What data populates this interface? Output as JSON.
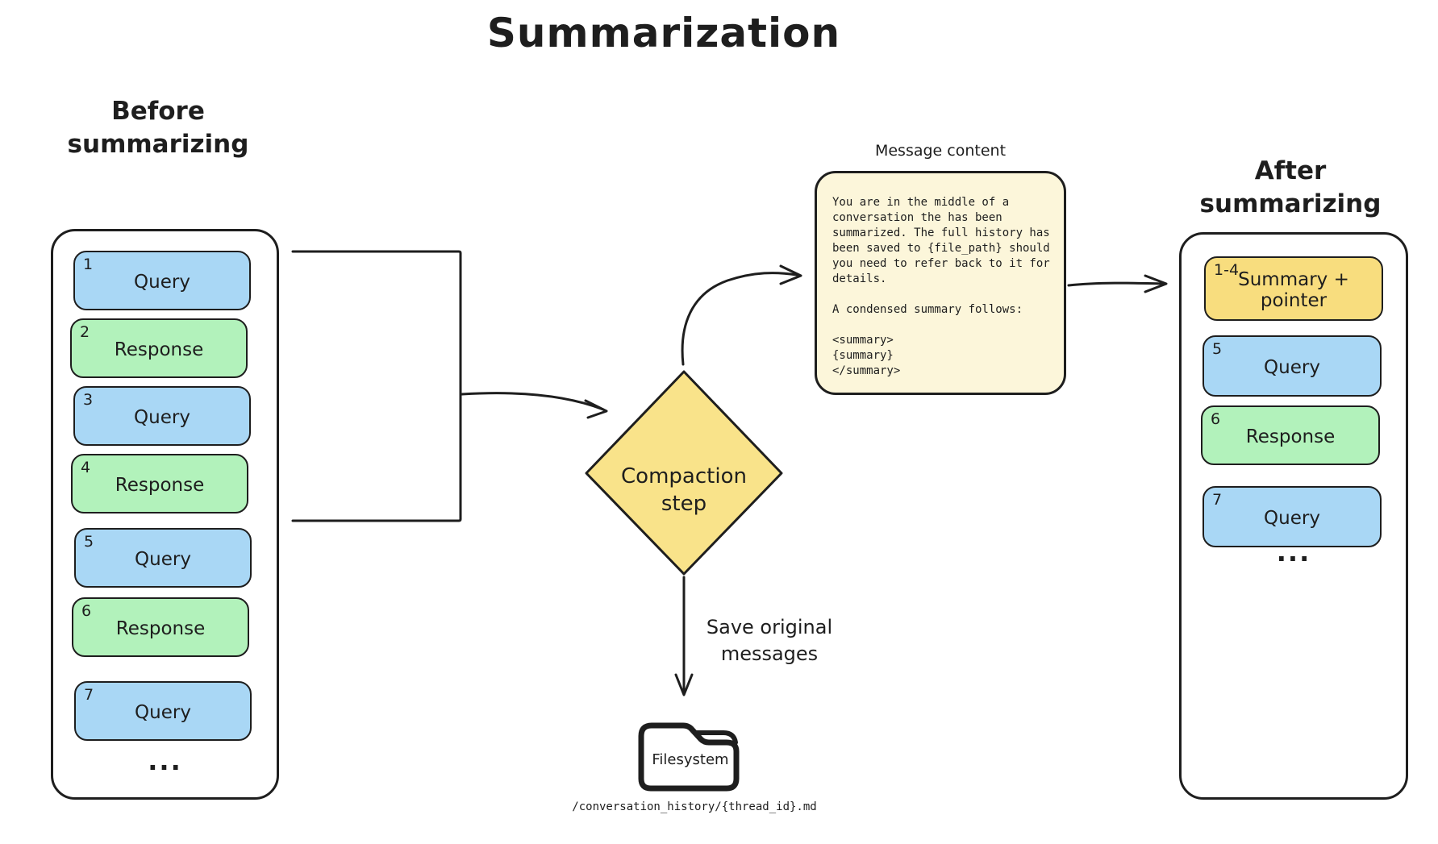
{
  "title": "Summarization",
  "before": {
    "label": "Before summarizing",
    "items": [
      {
        "num": "1",
        "kind": "query",
        "label": "Query"
      },
      {
        "num": "2",
        "kind": "response",
        "label": "Response"
      },
      {
        "num": "3",
        "kind": "query",
        "label": "Query"
      },
      {
        "num": "4",
        "kind": "response",
        "label": "Response"
      },
      {
        "num": "5",
        "kind": "query",
        "label": "Query"
      },
      {
        "num": "6",
        "kind": "response",
        "label": "Response"
      },
      {
        "num": "7",
        "kind": "query",
        "label": "Query"
      }
    ],
    "ellipsis": "..."
  },
  "compaction": {
    "label": "Compaction step"
  },
  "message_content": {
    "label": "Message content",
    "text": "You are in the middle of a\nconversation the has been\nsummarized. The full history has\nbeen saved to {file_path} should\nyou need to refer back to it for\ndetails.\n\nA condensed summary follows:\n\n<summary>\n{summary}\n</summary>"
  },
  "after": {
    "label": "After summarizing",
    "items": [
      {
        "num": "1-4",
        "kind": "summary",
        "label": "Summary + pointer"
      },
      {
        "num": "5",
        "kind": "query",
        "label": "Query"
      },
      {
        "num": "6",
        "kind": "response",
        "label": "Response"
      },
      {
        "num": "7",
        "kind": "query",
        "label": "Query"
      }
    ],
    "ellipsis": "..."
  },
  "save_note": "Save original messages",
  "filesystem": {
    "label": "Filesystem",
    "path": "/conversation_history/{thread_id}.md"
  },
  "colors": {
    "query": "#a9d7f5",
    "response": "#b2f2bb",
    "summary": "#f8dd7e",
    "diamond": "#f9e38a",
    "note": "#fcf6da",
    "stroke": "#1e1e1e"
  }
}
